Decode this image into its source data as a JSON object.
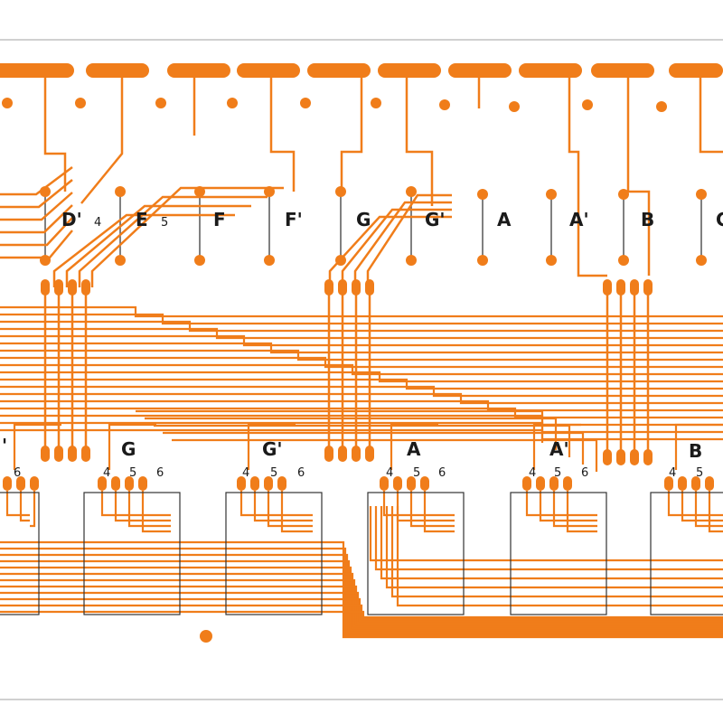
{
  "colors": {
    "trace": "#f07d1a",
    "ink": "#1a1a1a",
    "box": "#333333",
    "paper": "#ffffff",
    "edge": "#d8d8d8"
  },
  "top_notes": [
    {
      "label": "D'",
      "sub": "4"
    },
    {
      "label": "E",
      "sub": "5"
    },
    {
      "label": "F",
      "sub": ""
    },
    {
      "label": "F'",
      "sub": ""
    },
    {
      "label": "G",
      "sub": ""
    },
    {
      "label": "G'",
      "sub": ""
    },
    {
      "label": "A",
      "sub": ""
    },
    {
      "label": "A'",
      "sub": ""
    },
    {
      "label": "B",
      "sub": ""
    },
    {
      "label": "C",
      "sub": ""
    }
  ],
  "bottom_groups": [
    {
      "label": "'",
      "pins": [
        "6"
      ]
    },
    {
      "label": "G",
      "pins": [
        "4",
        "5",
        "6"
      ]
    },
    {
      "label": "G'",
      "pins": [
        "4",
        "5",
        "6"
      ]
    },
    {
      "label": "A",
      "pins": [
        "4",
        "5",
        "6"
      ]
    },
    {
      "label": "A'",
      "pins": [
        "4",
        "5",
        "6"
      ]
    },
    {
      "label": "B",
      "pins": [
        "4",
        "5"
      ]
    }
  ]
}
